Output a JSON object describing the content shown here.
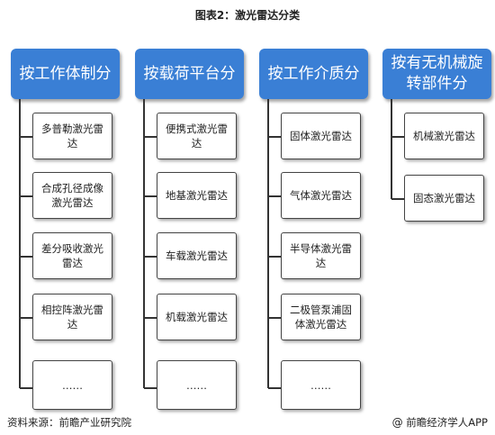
{
  "title": "图表2：激光雷达分类",
  "columns": [
    {
      "header": "按工作体制分",
      "items": [
        "多普勒激光雷达",
        "合成孔径成像激光雷达",
        "差分吸收激光雷达",
        "相控阵激光雷达",
        "……"
      ]
    },
    {
      "header": "按载荷平台分",
      "items": [
        "便携式激光雷达",
        "地基激光雷达",
        "车载激光雷达",
        "机载激光雷达",
        "……"
      ]
    },
    {
      "header": "按工作介质分",
      "items": [
        "固体激光雷达",
        "气体激光雷达",
        "半导体激光雷达",
        "二极管泵浦固体激光雷达",
        "……"
      ]
    },
    {
      "header": "按有无机械旋转部件分",
      "items": [
        "机械激光雷达",
        "固态激光雷达"
      ]
    }
  ],
  "footer": {
    "source": "资料来源：前瞻产业研究院",
    "brand_symbol": "@",
    "brand": "前瞻经济学人APP"
  },
  "colors": {
    "header_blue": "#3a7fd5",
    "line": "#333333"
  }
}
